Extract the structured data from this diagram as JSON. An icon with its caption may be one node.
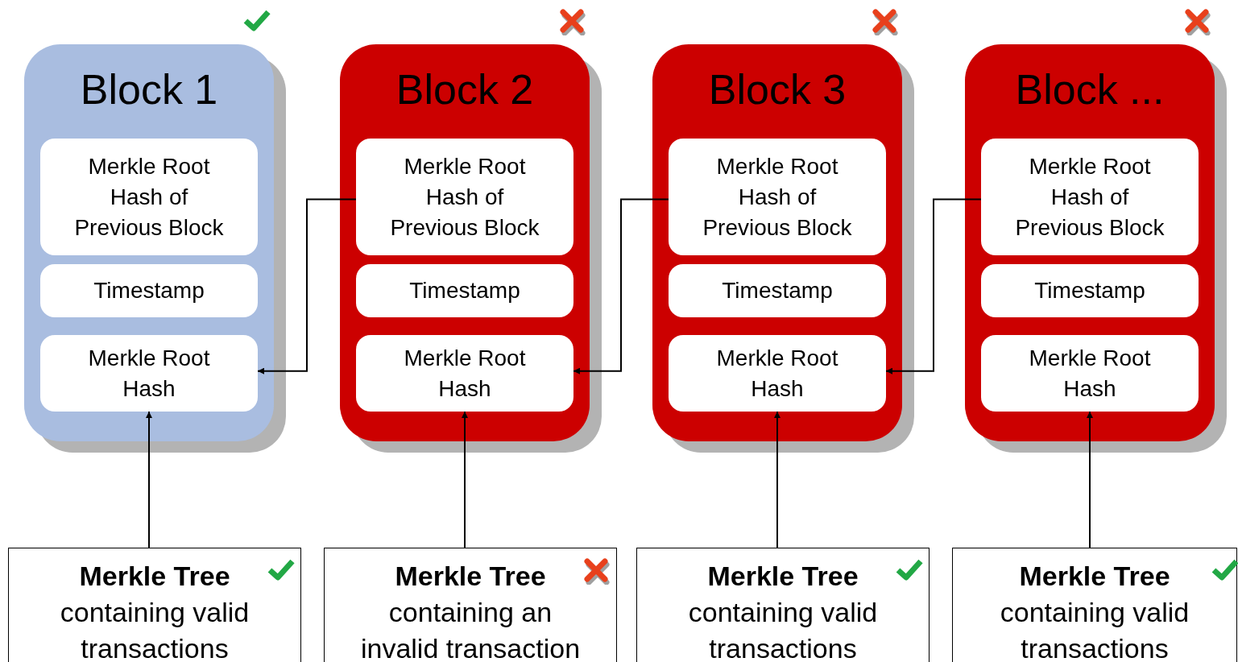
{
  "diagram": {
    "nodes": [
      {
        "text": [
          "Block 1"
        ]
      },
      {
        "text": [
          "Merkle Root Hash of Previous Block"
        ],
        "in": 0
      },
      {
        "text": [
          "Timestamp"
        ],
        "in": 0
      },
      {
        "text": [
          "Merkle Root Hash"
        ],
        "in": 0
      },
      {
        "text": [
          "Block 2"
        ]
      },
      {
        "text": [
          "Merkle Root Hash of Previous Block"
        ],
        "in": 4
      },
      {
        "text": [
          "Timestamp"
        ],
        "in": 4
      },
      {
        "text": [
          "Merkle Root Hash"
        ],
        "in": 4
      },
      {
        "text": [
          "Block 3"
        ]
      },
      {
        "text": [
          "Merkle Root Hash of Previous Block"
        ],
        "in": 8
      },
      {
        "text": [
          "Timestamp"
        ],
        "in": 8
      },
      {
        "text": [
          "Merkle Root Hash"
        ],
        "in": 8
      },
      {
        "text": [
          "Block ..."
        ]
      },
      {
        "text": [
          "Merkle Root Hash of Previous Block"
        ],
        "in": 12
      },
      {
        "text": [
          "Timestamp"
        ],
        "in": 12
      },
      {
        "text": [
          "Merkle Root Hash"
        ],
        "in": 12
      },
      {
        "text": [
          "Merkle Tree",
          "containing valid transactions"
        ]
      },
      {
        "text": [
          "Merkle Tree",
          "containing an invalid transaction"
        ]
      },
      {
        "text": [
          "Merkle Tree",
          "containing valid transactions"
        ]
      },
      {
        "text": [
          "Merkle Tree",
          "containing valid transactions"
        ]
      }
    ],
    "edges": [
      {
        "from": 5,
        "to": 3,
        "arrow": "to"
      },
      {
        "from": 9,
        "to": 7,
        "arrow": "to"
      },
      {
        "from": 13,
        "to": 11,
        "arrow": "to"
      },
      {
        "from": 16,
        "to": 3,
        "arrow": "to"
      },
      {
        "from": 17,
        "to": 7,
        "arrow": "to"
      },
      {
        "from": 18,
        "to": 11,
        "arrow": "to"
      },
      {
        "from": 19,
        "to": 15,
        "arrow": "to"
      }
    ]
  }
}
